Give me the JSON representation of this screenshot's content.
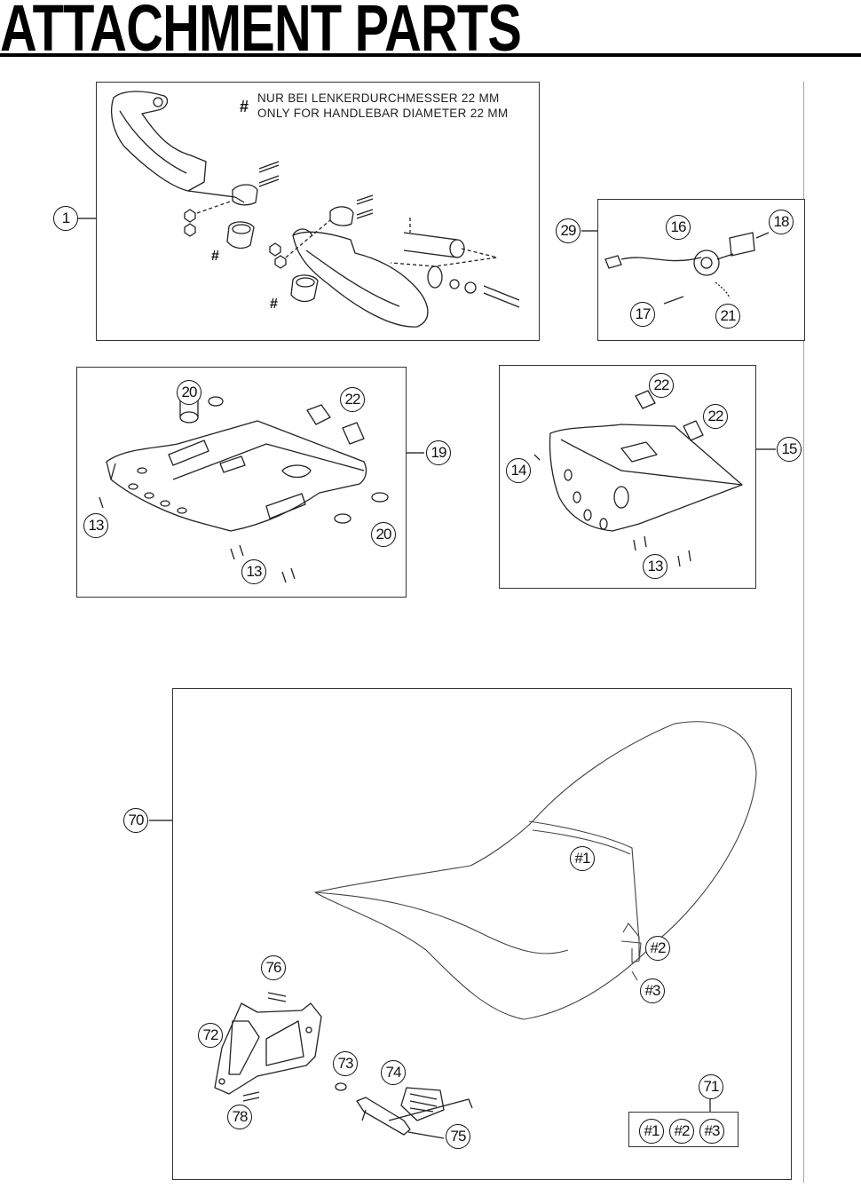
{
  "page": {
    "title": "ATTACHMENT PARTS"
  },
  "note": {
    "symbol": "#",
    "line_de": "NUR BEI LENKERDURCHMESSER 22 MM",
    "line_en": "ONLY FOR HANDLEBAR DIAMETER 22 MM"
  },
  "callouts": {
    "c1": "1",
    "c29": "29",
    "c16": "16",
    "c18": "18",
    "c17": "17",
    "c21": "21",
    "c20a": "20",
    "c22a": "22",
    "c19": "19",
    "c13a": "13",
    "c13b": "13",
    "c20b": "20",
    "c22b": "22",
    "c22c": "22",
    "c14": "14",
    "c15": "15",
    "c13c": "13",
    "c70": "70",
    "h1": "#1",
    "h2": "#2",
    "h3": "#3",
    "c76": "76",
    "c72": "72",
    "c73": "73",
    "c74": "74",
    "c78": "78",
    "c75": "75",
    "c71": "71",
    "g1": "#1",
    "g2": "#2",
    "g3": "#3"
  },
  "hash_marks": {
    "m1": "#",
    "m2": "#"
  }
}
